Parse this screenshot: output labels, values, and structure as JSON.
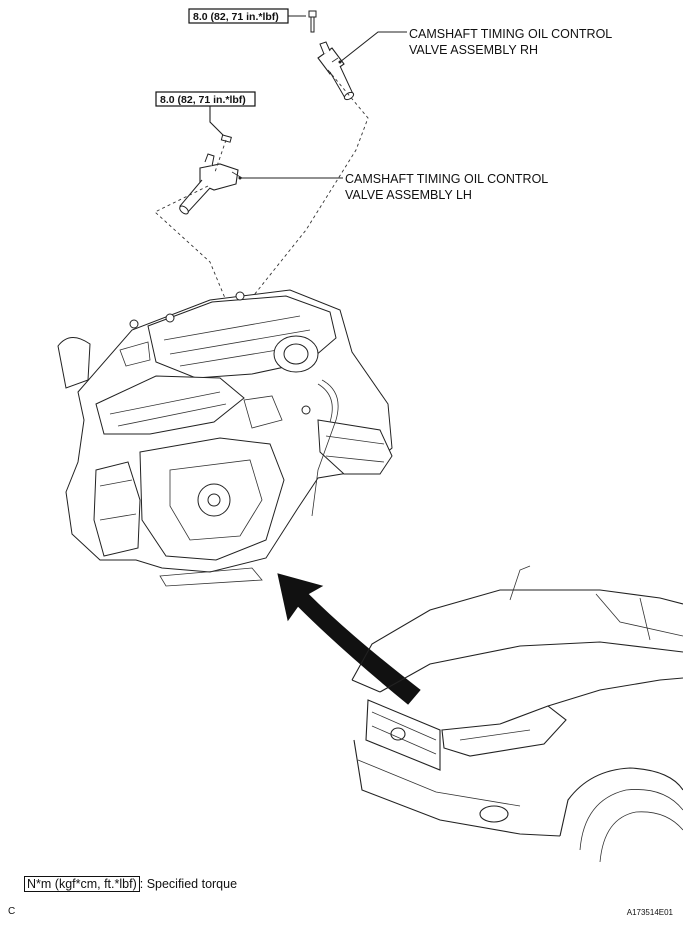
{
  "callouts": {
    "rh": {
      "torque": "8.0 (82, 71 in.*lbf)",
      "line1": "CAMSHAFT TIMING OIL CONTROL",
      "line2": "VALVE ASSEMBLY RH"
    },
    "lh": {
      "torque": "8.0 (82, 71 in.*lbf)",
      "line1": "CAMSHAFT TIMING OIL CONTROL",
      "line2": "VALVE ASSEMBLY LH"
    }
  },
  "legend": {
    "unit_box": "N*m (kgf*cm, ft.*lbf)",
    "text": ": Specified torque"
  },
  "footer": {
    "left": "C",
    "right": "A173514E01"
  }
}
